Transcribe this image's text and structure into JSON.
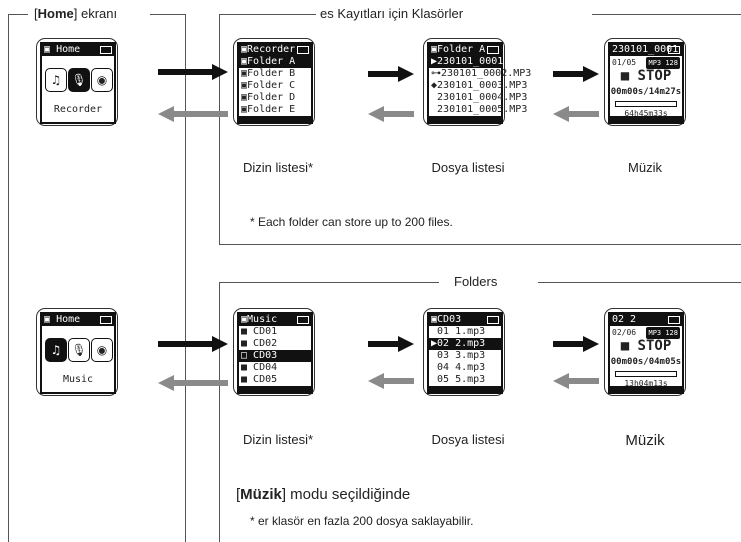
{
  "home_label": {
    "before": "[",
    "bold": "Home",
    "after": "] ekranı"
  },
  "section1": {
    "title": "es Kayıtları için Klasörler",
    "home_screen": {
      "header": "Home",
      "caption": "Recorder",
      "icons": [
        "music-icon",
        "mic-icon",
        "podcast-icon"
      ],
      "active_index": 1
    },
    "folder_list": {
      "header": "Recorder",
      "items": [
        {
          "letter": "A",
          "label": "Folder A"
        },
        {
          "letter": "B",
          "label": "Folder B"
        },
        {
          "letter": "C",
          "label": "Folder C"
        },
        {
          "letter": "D",
          "label": "Folder D"
        },
        {
          "letter": "E",
          "label": "Folder E"
        }
      ],
      "selected": 0
    },
    "file_list": {
      "header": "Folder A",
      "items": [
        {
          "mark": "▶",
          "label": "230101_0001.MP3"
        },
        {
          "mark": "⊶",
          "label": "230101_0002.MP3"
        },
        {
          "mark": "◆",
          "label": "230101_0003.MP3"
        },
        {
          "mark": "",
          "label": "230101_0004.MP3"
        },
        {
          "mark": "",
          "label": "230101_0005.MP3"
        }
      ],
      "selected": 0
    },
    "playback": {
      "header": "230101_0001",
      "index": "01/05",
      "format": "MP3 128",
      "status": "■ STOP",
      "elapsed": "00m00s",
      "total": "/14m27s",
      "remaining": "64h45m33s"
    },
    "captions": {
      "list": "Dizin listesi*",
      "files": "Dosya listesi",
      "music": "Müzik"
    },
    "note": "* Each folder can store up to 200 files."
  },
  "section2": {
    "title": "Folders",
    "home_screen": {
      "header": "Home",
      "caption": "Music",
      "icons": [
        "music-icon",
        "mic-icon",
        "podcast-icon"
      ],
      "active_index": 0
    },
    "folder_list": {
      "header": "Music",
      "items": [
        {
          "label": "CD01"
        },
        {
          "label": "CD02"
        },
        {
          "label": "CD03"
        },
        {
          "label": "CD04"
        },
        {
          "label": "CD05"
        }
      ],
      "selected": 2
    },
    "file_list": {
      "header": "CD03",
      "items": [
        {
          "mark": "",
          "label": "01 1.mp3"
        },
        {
          "mark": "▶",
          "label": "02 2.mp3"
        },
        {
          "mark": "",
          "label": "03 3.mp3"
        },
        {
          "mark": "",
          "label": "04 4.mp3"
        },
        {
          "mark": "",
          "label": "05 5.mp3"
        }
      ],
      "selected": 1
    },
    "playback": {
      "header": "02 2",
      "index": "02/06",
      "format": "MP3 128",
      "status": "■ STOP",
      "elapsed": "00m00s",
      "total": "/04m05s",
      "remaining": "13h04m13s"
    },
    "captions": {
      "list": "Dizin listesi*",
      "files": "Dosya listesi",
      "music": "Müzik"
    },
    "mode_label": {
      "before": "[",
      "bold": "Müzik",
      "after": "] modu seçildiğinde"
    },
    "note": "* er klasör en fazla 200 dosya saklayabilir."
  },
  "colors": {
    "forward_arrow": "#111111",
    "back_arrow": "#8a8a8a",
    "line": "#555555"
  }
}
